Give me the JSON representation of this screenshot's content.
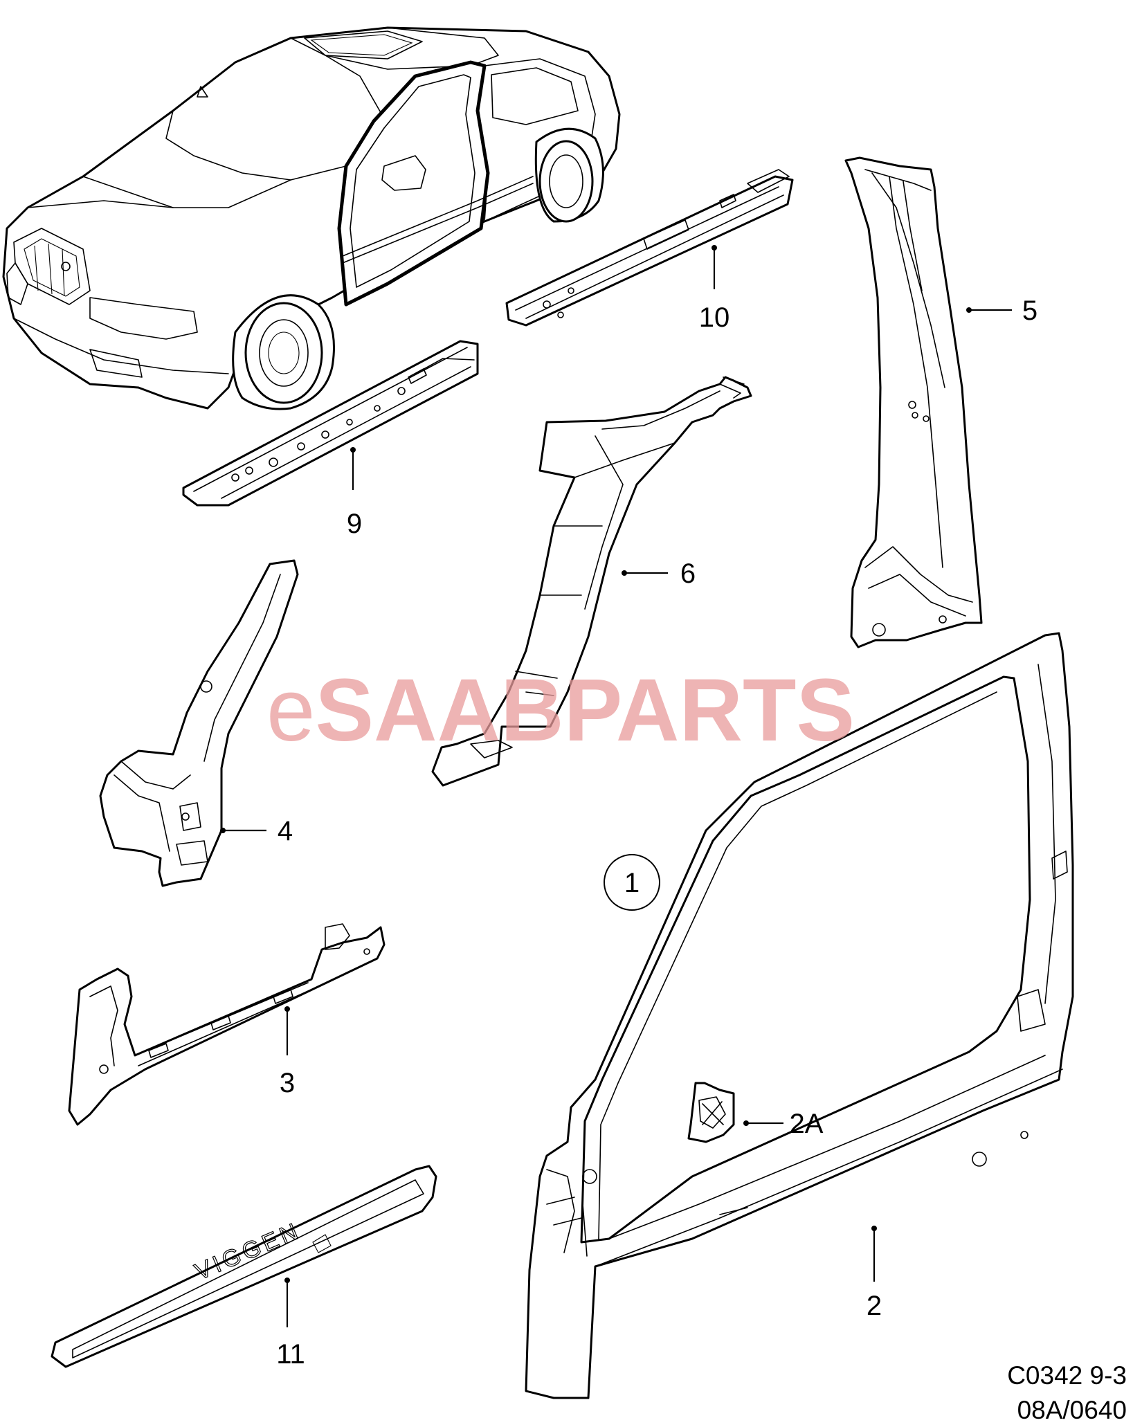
{
  "callouts": {
    "p1": "1",
    "p2": "2",
    "p2a": "2A",
    "p3": "3",
    "p4": "4",
    "p5": "5",
    "p6": "6",
    "p9": "9",
    "p10": "10",
    "p11": "11"
  },
  "trim_badge": "VIGGEN",
  "watermark": {
    "prefix": "e",
    "middle": "SAAB",
    "suffix": "PARTS"
  },
  "reference": {
    "line1": "C0342 9-3",
    "line2": "08A/0640"
  },
  "colors": {
    "watermark": "#e99c9c",
    "line": "#000000",
    "background": "#ffffff"
  }
}
